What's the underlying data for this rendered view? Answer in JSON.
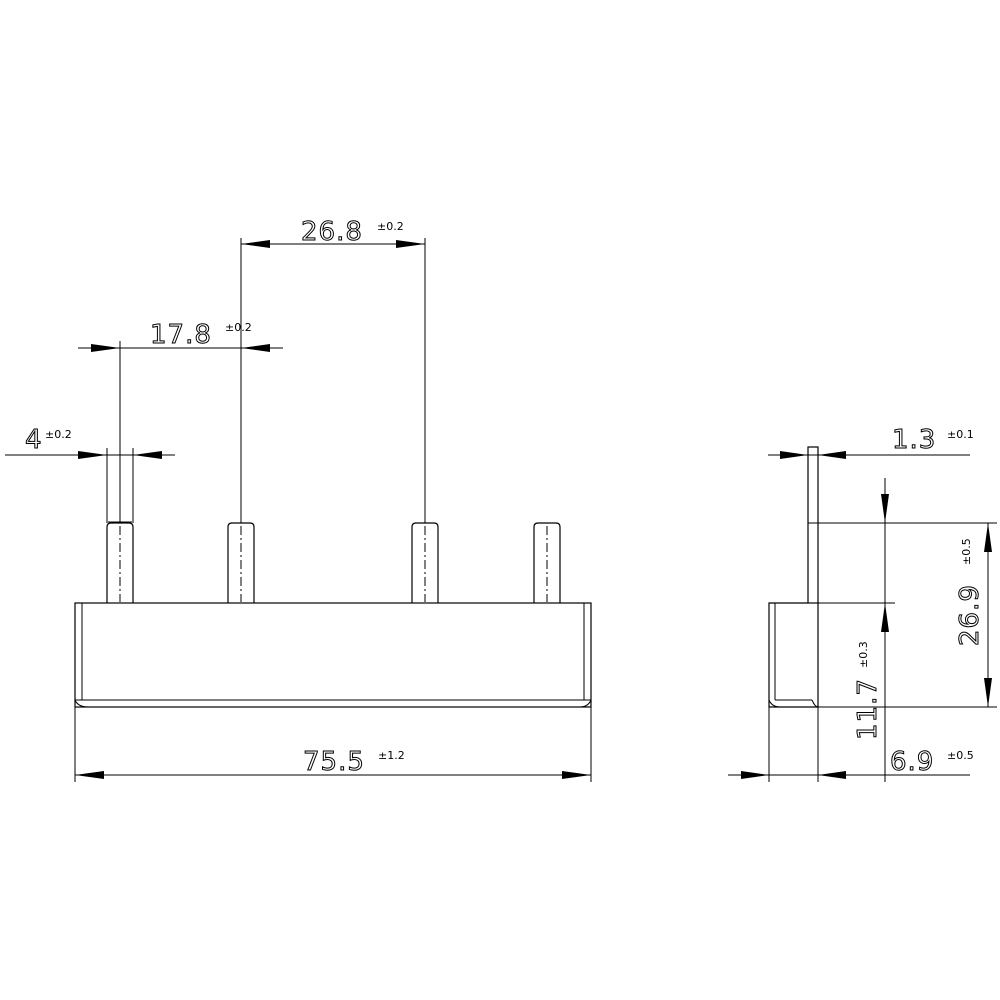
{
  "front_view": {
    "dim_pitch_large": {
      "value": "26.8",
      "tolerance": "±0.2"
    },
    "dim_pitch_small": {
      "value": "17.8",
      "tolerance": "±0.2"
    },
    "dim_pin_width": {
      "value": "4",
      "tolerance": "±0.2"
    },
    "dim_total_length": {
      "value": "75.5",
      "tolerance": "±1.2"
    }
  },
  "side_view": {
    "dim_pin_thickness": {
      "value": "1.3",
      "tolerance": "±0.1"
    },
    "dim_pin_height": {
      "value": "26.9",
      "tolerance": "±0.5"
    },
    "dim_body_height": {
      "value": "11.7",
      "tolerance": "±0.3"
    },
    "dim_body_width": {
      "value": "6.9",
      "tolerance": "±0.5"
    }
  }
}
